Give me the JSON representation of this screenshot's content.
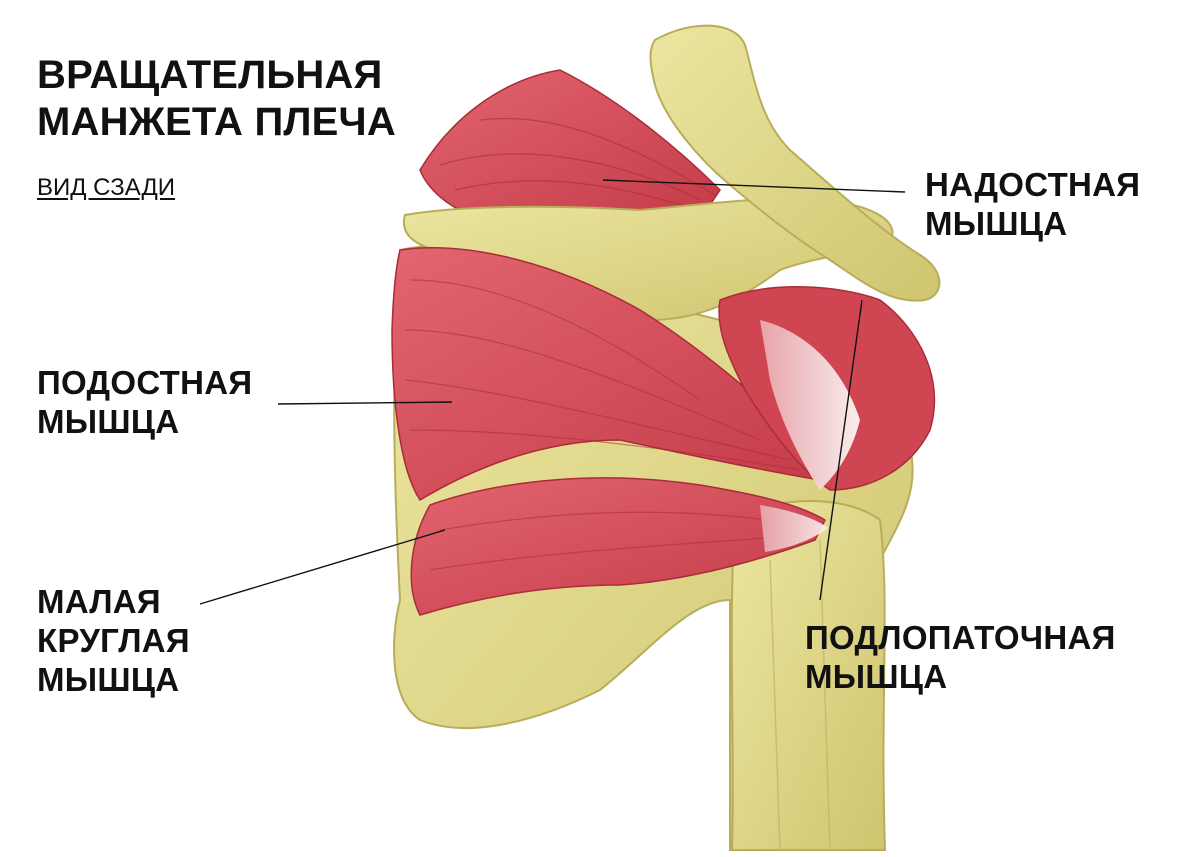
{
  "header": {
    "title_line1": "ВРАЩАТЕЛЬНАЯ",
    "title_line2": "МАНЖЕТА ПЛЕЧА",
    "view": "ВИД СЗАДИ"
  },
  "labels": {
    "supraspinatus": {
      "line1": "НАДОСТНАЯ",
      "line2": "МЫШЦА"
    },
    "infraspinatus": {
      "line1": "ПОДОСТНАЯ",
      "line2": "МЫШЦА"
    },
    "teres_minor": {
      "line1": "МАЛАЯ",
      "line2": "КРУГЛАЯ",
      "line3": "МЫШЦА"
    },
    "subscapularis": {
      "line1": "ПОДЛОПАТОЧНАЯ",
      "line2": "МЫШЦА"
    }
  },
  "colors": {
    "bone": "#e4de8e",
    "bone_shadow": "#c9bf6a",
    "muscle": "#d9525e",
    "muscle_dark": "#b8323f",
    "tendon": "#f6f0ee",
    "text": "#111111"
  }
}
